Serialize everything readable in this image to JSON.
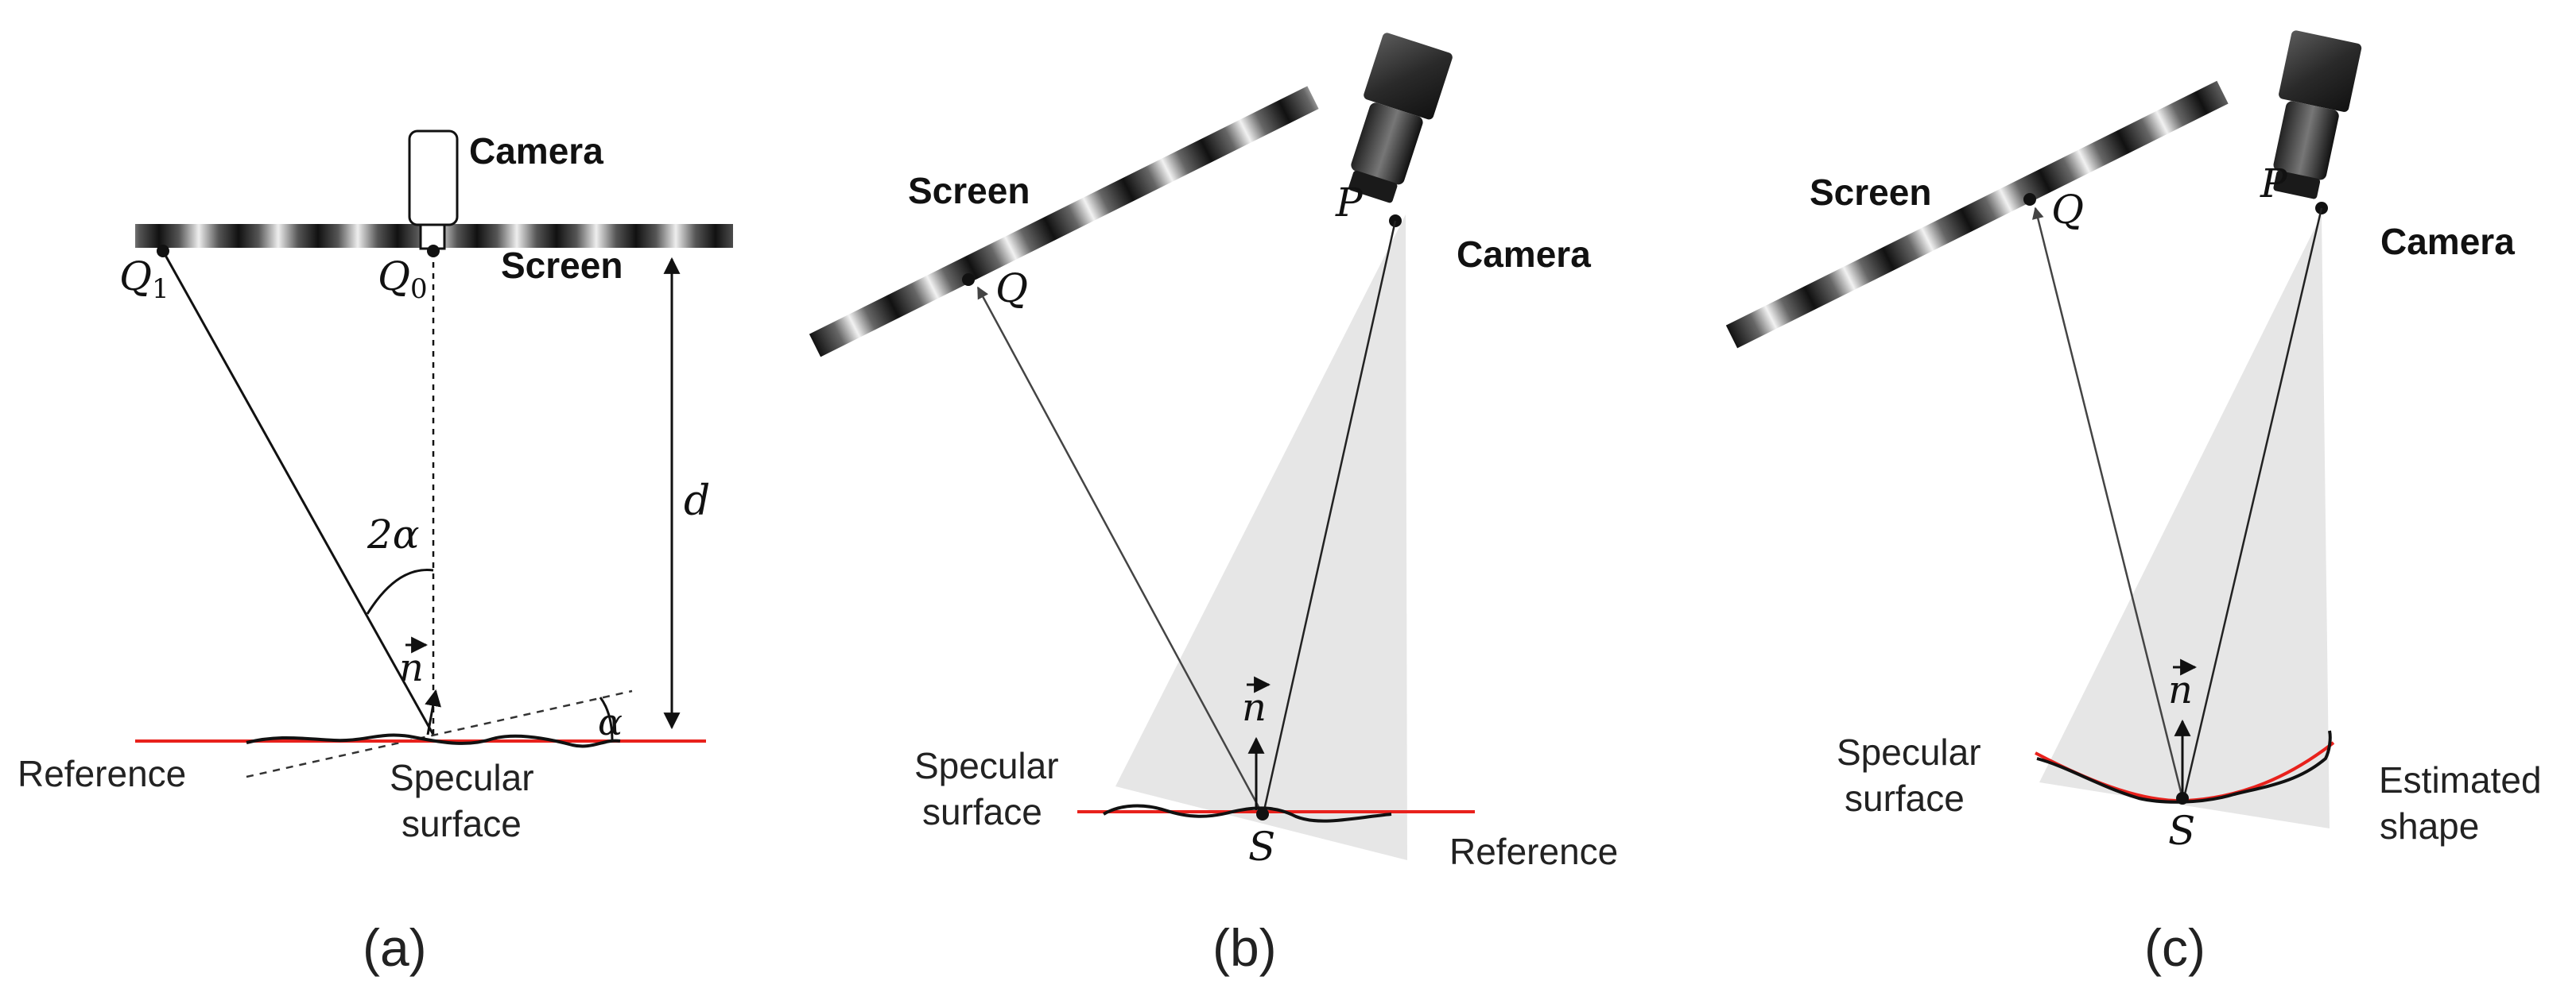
{
  "panel_a": {
    "camera": "Camera",
    "screen": "Screen",
    "q1": "Q",
    "q1_sub": "1",
    "q0": "Q",
    "q0_sub": "0",
    "distance": "d",
    "angle_2a": "2α",
    "angle_a": "α",
    "normal": "n",
    "reference": "Reference",
    "specular_line1": "Specular",
    "specular_line2": "surface",
    "caption": "(a)"
  },
  "panel_b": {
    "screen": "Screen",
    "camera": "Camera",
    "p": "P",
    "q": "Q",
    "normal": "n",
    "s": "S",
    "specular_line1": "Specular",
    "specular_line2": "surface",
    "reference": "Reference",
    "caption": "(b)"
  },
  "panel_c": {
    "screen": "Screen",
    "camera": "Camera",
    "p": "P",
    "q": "Q",
    "normal": "n",
    "s": "S",
    "specular_line1": "Specular",
    "specular_line2": "surface",
    "estimated_line1": "Estimated",
    "estimated_line2": "shape",
    "caption": "(c)"
  },
  "colors": {
    "reference_line": "#e8211c",
    "ray": "#222222",
    "cone": "#e6e6e6",
    "surface": "#111111"
  }
}
